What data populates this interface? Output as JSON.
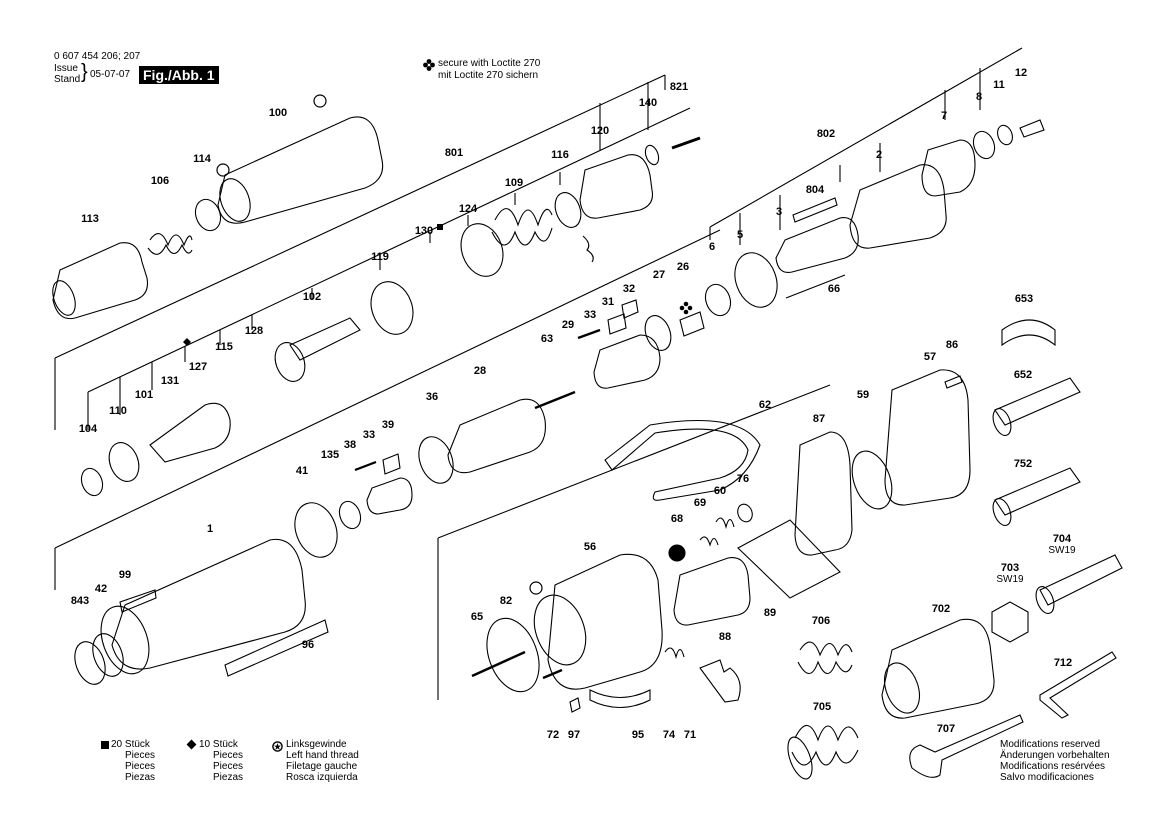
{
  "header": {
    "doc_number": "0 607 454 206; 207",
    "issue_label": "Issue",
    "stand_label": "Stand",
    "issue_date": "05-07-07",
    "figure_label": "Fig./Abb. 1"
  },
  "loctite_note": {
    "line1": "secure with Loctite 270",
    "line2": "mit Loctite 270 sichern"
  },
  "parts": {
    "p1": "1",
    "p2": "2",
    "p3": "3",
    "p5": "5",
    "p6": "6",
    "p7": "7",
    "p8": "8",
    "p11": "11",
    "p12": "12",
    "p26": "26",
    "p27": "27",
    "p28": "28",
    "p29": "29",
    "p31": "31",
    "p32": "32",
    "p33a": "33",
    "p33b": "33",
    "p36": "36",
    "p38": "38",
    "p39": "39",
    "p41": "41",
    "p42": "42",
    "p56": "56",
    "p57": "57",
    "p59": "59",
    "p60": "60",
    "p62": "62",
    "p63": "63",
    "p65": "65",
    "p66": "66",
    "p68": "68",
    "p69": "69",
    "p71": "71",
    "p72": "72",
    "p74": "74",
    "p76": "76",
    "p82": "82",
    "p86": "86",
    "p87": "87",
    "p88": "88",
    "p89": "89",
    "p95": "95",
    "p96": "96",
    "p97": "97",
    "p99": "99",
    "p100": "100",
    "p101": "101",
    "p102": "102",
    "p104": "104",
    "p106": "106",
    "p109": "109",
    "p110": "110",
    "p113": "113",
    "p114": "114",
    "p115": "115",
    "p116": "116",
    "p119": "119",
    "p120": "120",
    "p124": "124",
    "p127": "127",
    "p128": "128",
    "p130": "130",
    "p131": "131",
    "p135": "135",
    "p140": "140",
    "p652": "652",
    "p653": "653",
    "p702": "702",
    "p703": "703",
    "p704": "704",
    "p705": "705",
    "p706": "706",
    "p707": "707",
    "p712": "712",
    "p752": "752",
    "p801": "801",
    "p802": "802",
    "p804": "804",
    "p821": "821",
    "p843": "843",
    "sw703": "SW19",
    "sw704": "SW19"
  },
  "legend": {
    "square": {
      "count": "20 Stück",
      "l1": "Pieces",
      "l2": "Pieces",
      "l3": "Piezas"
    },
    "diamond": {
      "count": "10 Stück",
      "l1": "Pieces",
      "l2": "Pieces",
      "l3": "Piezas"
    },
    "lefthand": {
      "l0": "Linksgewinde",
      "l1": "Left hand thread",
      "l2": "Filetage gauche",
      "l3": "Rosca izquierda"
    }
  },
  "modifications": {
    "l1": "Modifications reserved",
    "l2": "Änderungen vorbehalten",
    "l3": "Modifications resérvées",
    "l4": "Salvo modificaciones"
  }
}
